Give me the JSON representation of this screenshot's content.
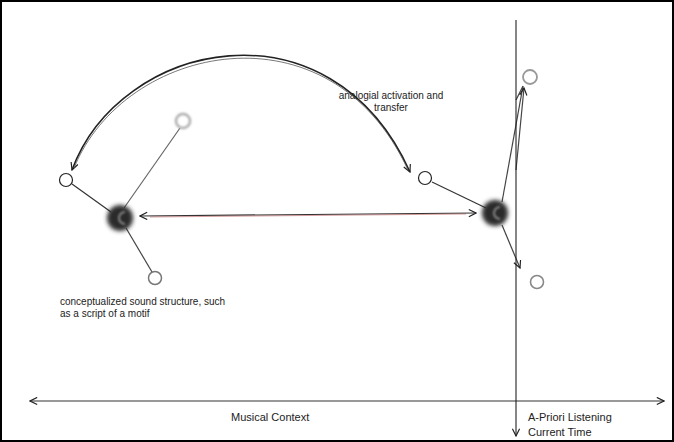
{
  "diagram": {
    "labels": [
      "analogial activation and transfer",
      "conceptualized sound structure, such as a script of a motif",
      "Musical Context",
      "A-Priori Listening",
      "Current Time"
    ]
  }
}
